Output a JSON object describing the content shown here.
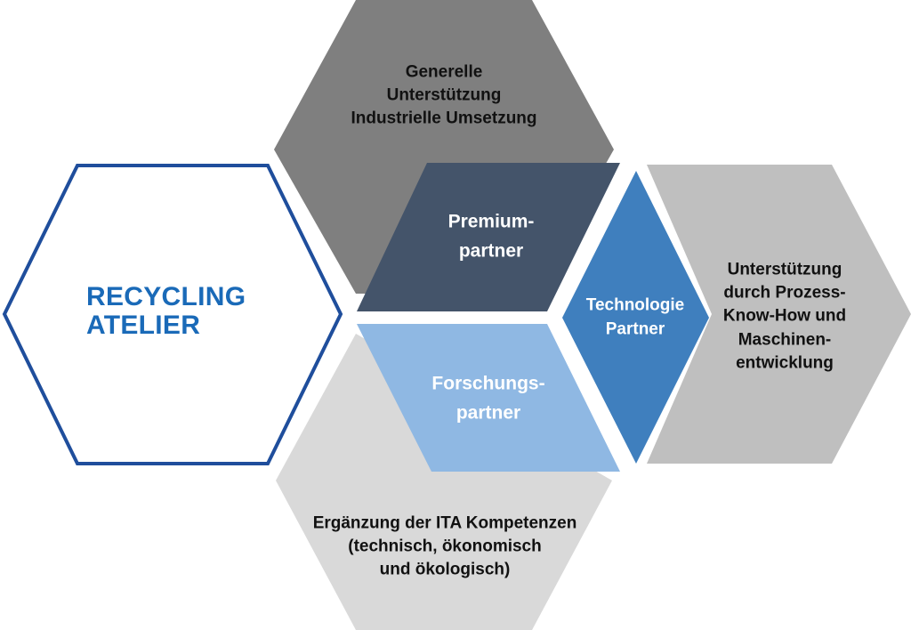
{
  "colors": {
    "logo_outline": "#1f4e9c",
    "logo_text": "#1a6ab8",
    "top_hex": "#7f7f7f",
    "right_hex": "#bfbfbf",
    "bottom_hex": "#d9d9d9",
    "premium": "#44546a",
    "research": "#8fb8e3",
    "technology": "#3f7fbe"
  },
  "logo": {
    "line1": "RECYCLING",
    "line2": "ATELIER"
  },
  "nodes": {
    "top": "Generelle\nUnterstützung\nIndustrielle Umsetzung",
    "right": "Unterstützung\ndurch Prozess-\nKnow-How und\nMaschinen-\nentwicklung",
    "bottom": "Ergänzung der ITA Kompetenzen\n(technisch, ökonomisch\nund ökologisch)",
    "premium": "Premium-\npartner",
    "research": "Forschungs-\npartner",
    "technology": "Technologie\nPartner"
  }
}
